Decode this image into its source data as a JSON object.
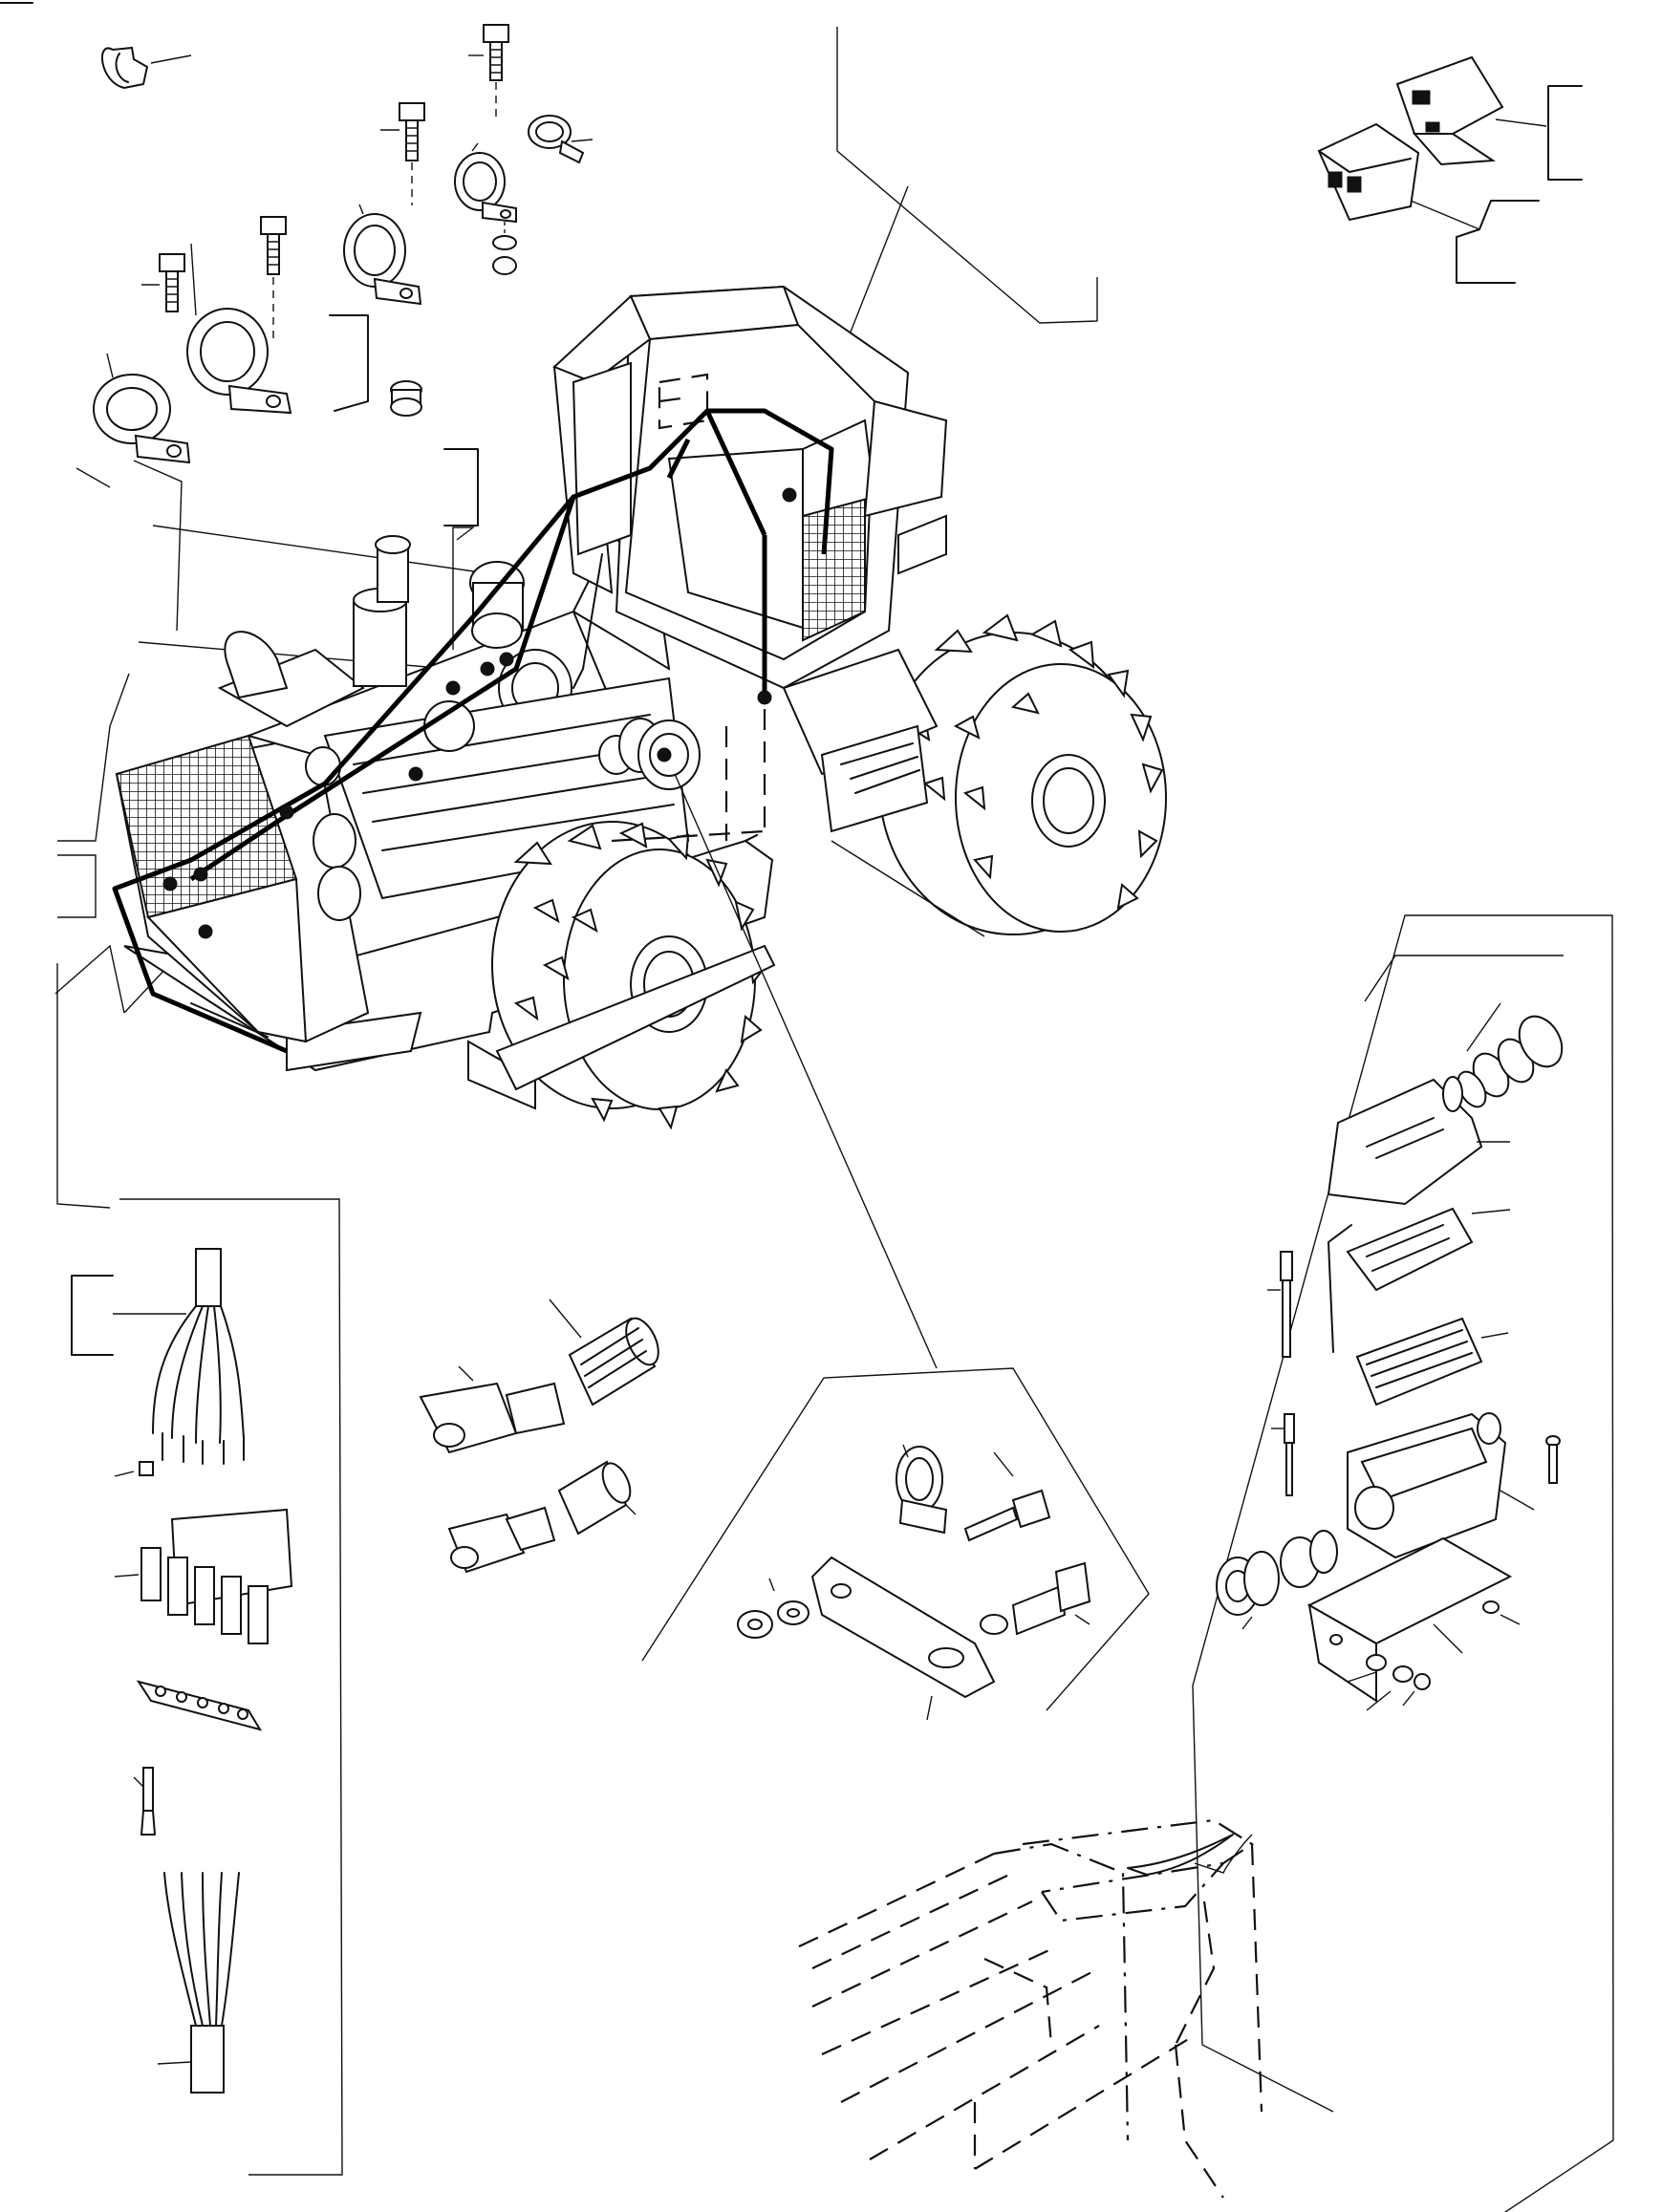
{
  "diagram": {
    "subject": "exploded-parts-view",
    "main_assembly": "pad-foot-compactor-with-cab",
    "callout_groups": [
      {
        "id": "cable-clamps",
        "icon": "cable-clamp-icon"
      },
      {
        "id": "relay-sockets",
        "icon": "relay-socket-icon"
      },
      {
        "id": "multi-wire-harness",
        "icon": "wire-harness-icon"
      },
      {
        "id": "angled-connectors",
        "icon": "angled-connector-icon"
      },
      {
        "id": "clamp-bracket-kit",
        "icon": "bracket-icon"
      },
      {
        "id": "multipin-housing-kit",
        "icon": "multipin-connector-icon"
      }
    ],
    "colors": {
      "ink": "#111111",
      "paper": "#ffffff"
    }
  }
}
